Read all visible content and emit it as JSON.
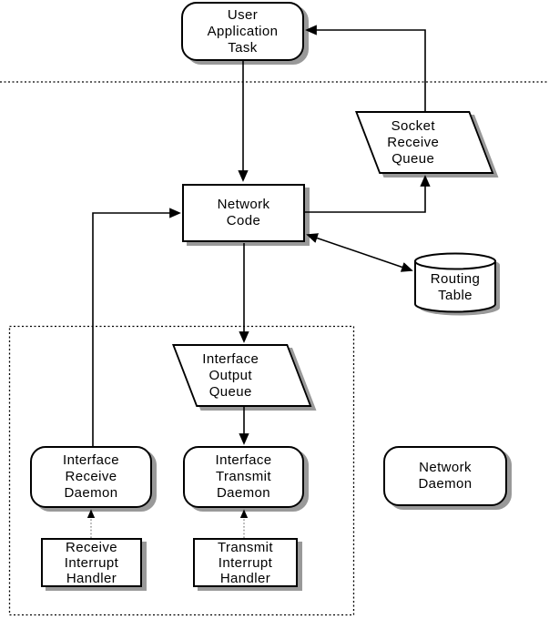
{
  "diagram_type": "network-stack-flow-diagram",
  "colors": {
    "stroke": "#000000",
    "shape_fill": "#ffffff",
    "shadow": "#999999",
    "interrupt_line": "#7d7d7d"
  },
  "nodes": {
    "user_application_task": {
      "shape": "rounded-rect",
      "lines": [
        "User",
        "Application",
        "Task"
      ]
    },
    "socket_receive_queue": {
      "shape": "parallelogram",
      "lines": [
        "Socket",
        "Receive",
        "Queue"
      ]
    },
    "network_code": {
      "shape": "rect",
      "lines": [
        "Network",
        "Code"
      ]
    },
    "routing_table": {
      "shape": "cylinder",
      "lines": [
        "Routing",
        "Table"
      ]
    },
    "interface_output_queue": {
      "shape": "parallelogram",
      "lines": [
        "Interface",
        "Output",
        "Queue"
      ]
    },
    "interface_receive_daemon": {
      "shape": "rounded-rect",
      "lines": [
        "Interface",
        "Receive",
        "Daemon"
      ]
    },
    "interface_transmit_daemon": {
      "shape": "rounded-rect",
      "lines": [
        "Interface",
        "Transmit",
        "Daemon"
      ]
    },
    "network_daemon": {
      "shape": "rounded-rect",
      "lines": [
        "Network",
        "Daemon"
      ]
    },
    "receive_interrupt_handler": {
      "shape": "rect",
      "lines": [
        "Receive",
        "Interrupt",
        "Handler"
      ]
    },
    "transmit_interrupt_handler": {
      "shape": "rect",
      "lines": [
        "Transmit",
        "Interrupt",
        "Handler"
      ]
    }
  },
  "edges": [
    {
      "from": "user_application_task",
      "to": "network_code",
      "style": "solid-arrow"
    },
    {
      "from": "socket_receive_queue",
      "to": "user_application_task",
      "style": "solid-arrow"
    },
    {
      "from": "network_code",
      "to": "socket_receive_queue",
      "style": "solid-arrow"
    },
    {
      "from": "network_code",
      "to": "routing_table",
      "style": "double-headed-arrow"
    },
    {
      "from": "network_code",
      "to": "interface_output_queue",
      "style": "solid-arrow"
    },
    {
      "from": "interface_output_queue",
      "to": "interface_transmit_daemon",
      "style": "solid-arrow"
    },
    {
      "from": "interface_receive_daemon",
      "to": "network_code",
      "style": "solid-arrow"
    },
    {
      "from": "receive_interrupt_handler",
      "to": "interface_receive_daemon",
      "style": "dotted-arrow"
    },
    {
      "from": "transmit_interrupt_handler",
      "to": "interface_transmit_daemon",
      "style": "dotted-arrow"
    }
  ],
  "boundaries": {
    "user_kernel_separator": {
      "type": "dotted-horizontal-line"
    },
    "driver_layer_boundary": {
      "type": "dotted-rectangle"
    }
  }
}
